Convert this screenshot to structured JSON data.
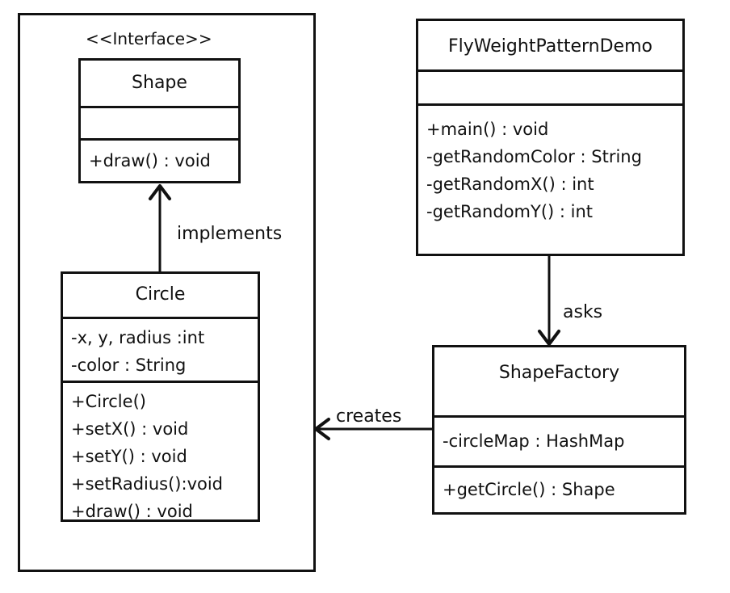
{
  "package": {
    "stereotype": "<<Interface>>"
  },
  "classes": {
    "shape": {
      "name": "Shape",
      "attributes": [],
      "methods": [
        "+draw() : void"
      ]
    },
    "circle": {
      "name": "Circle",
      "attributes": [
        "-x, y, radius :int",
        "-color : String"
      ],
      "methods": [
        "+Circle()",
        "+setX() : void",
        "+setY() : void",
        "+setRadius():void",
        "+draw() : void"
      ]
    },
    "demo": {
      "name": "FlyWeightPatternDemo",
      "attributes": [],
      "methods": [
        "+main() : void",
        "-getRandomColor : String",
        "-getRandomX() : int",
        "-getRandomY() : int"
      ]
    },
    "factory": {
      "name": "ShapeFactory",
      "attributes": [
        "-circleMap : HashMap"
      ],
      "methods": [
        "+getCircle() : Shape"
      ]
    }
  },
  "relations": {
    "implements": "implements",
    "asks": "asks",
    "creates": "creates"
  }
}
